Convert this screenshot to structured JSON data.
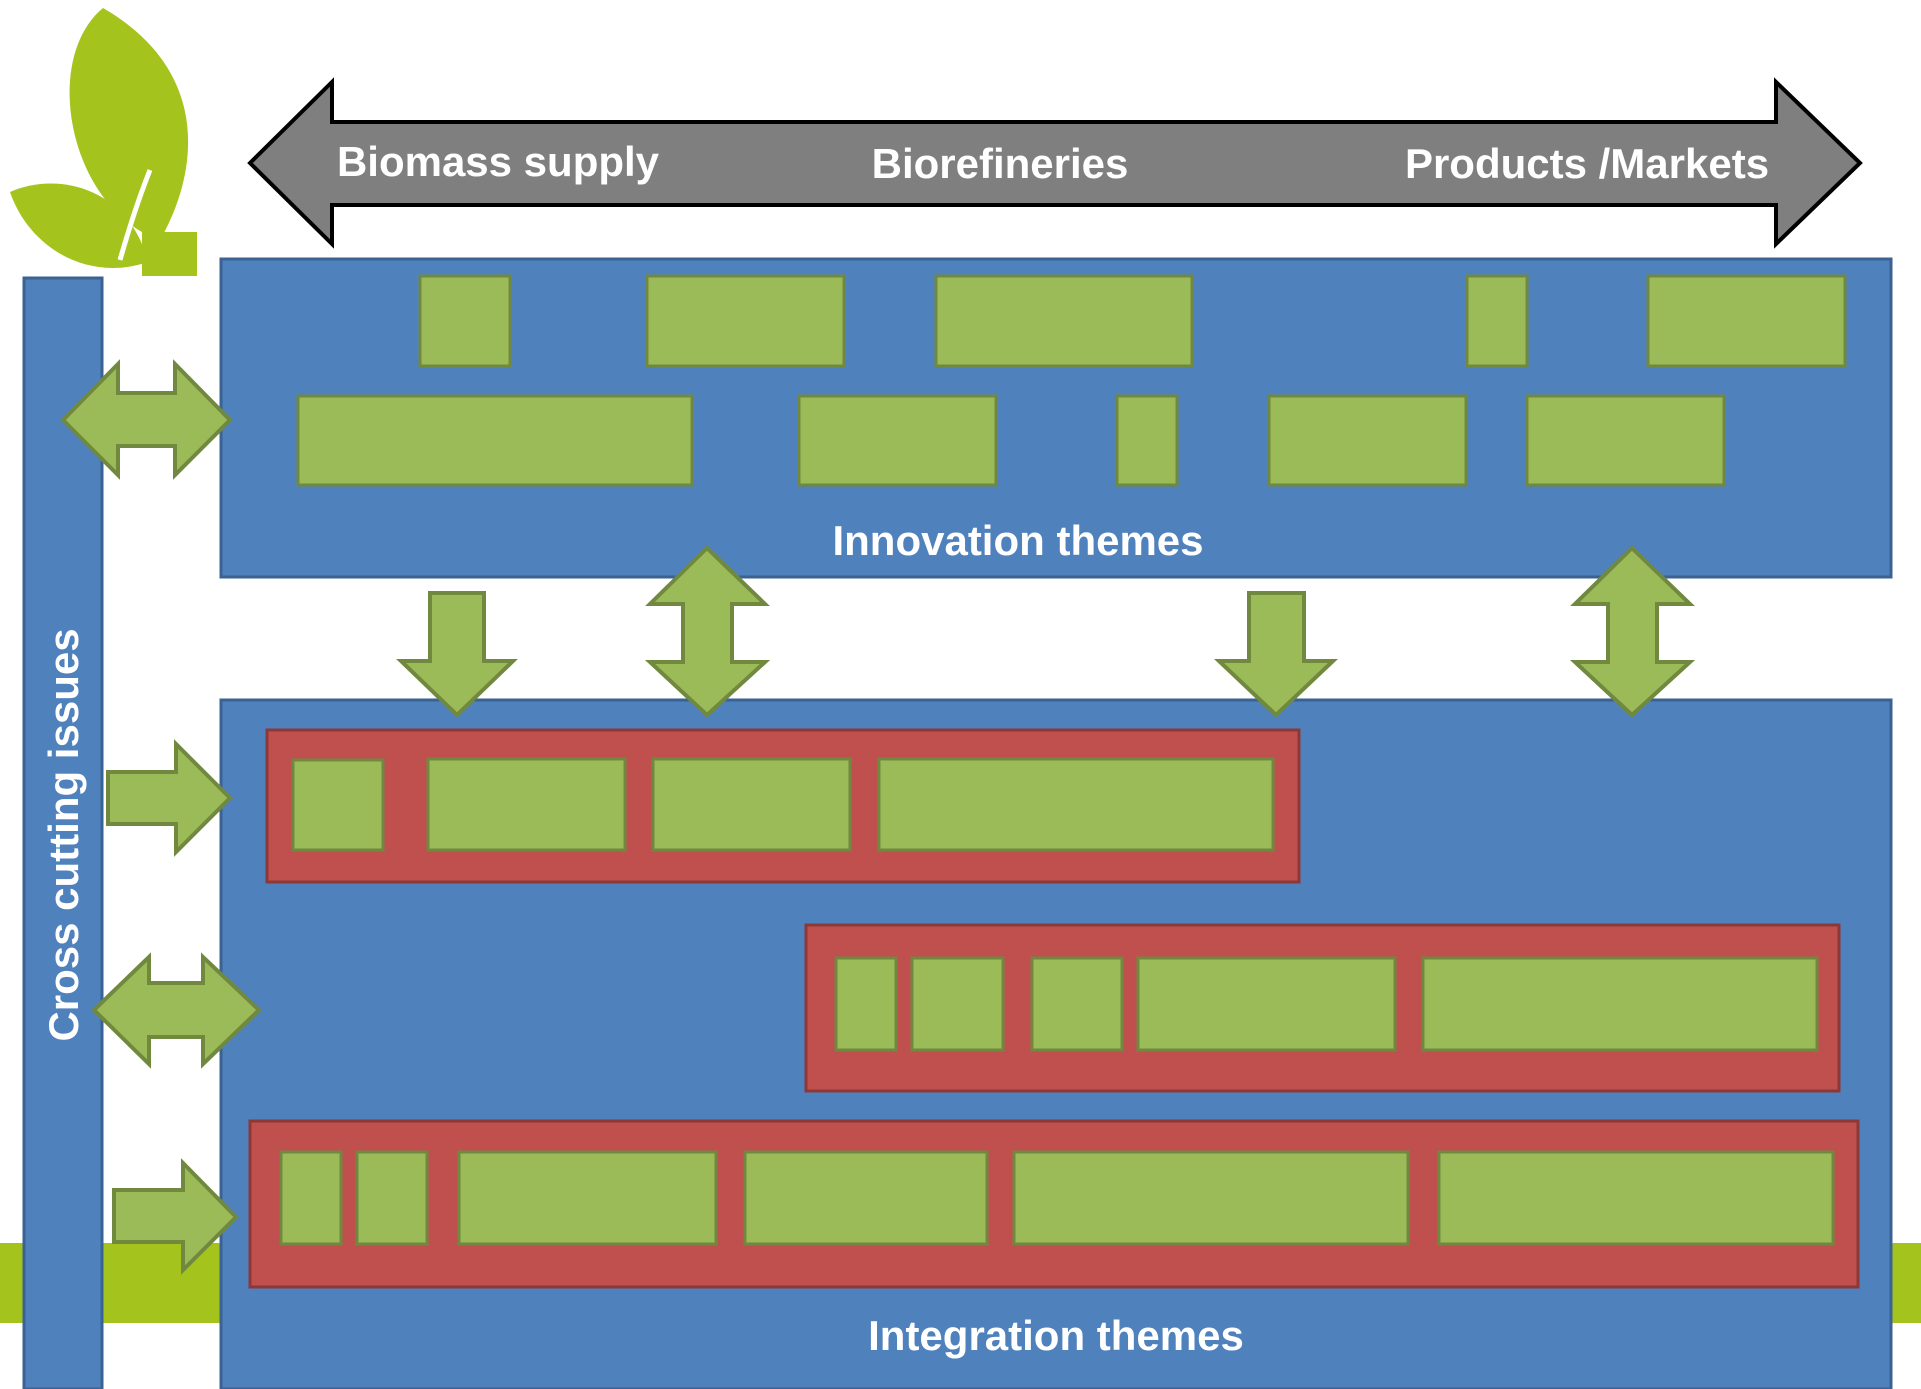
{
  "header_arrow": {
    "left_label": "Biomass supply",
    "center_label": "Biorefineries",
    "right_label": "Products /Markets"
  },
  "innovation": {
    "title": "Innovation themes"
  },
  "integration": {
    "title": "Integration themes"
  },
  "cross_cutting": {
    "label": "Cross cutting issues"
  },
  "colors": {
    "panel_blue": "#4f81bd",
    "panel_border": "#3a6393",
    "box_green": "#9bbb59",
    "box_green_border": "#71893f",
    "group_red": "#c0504d",
    "group_red_border": "#8c3836",
    "header_gray": "#7f7f7f",
    "leaf_green": "#a4c31c"
  }
}
